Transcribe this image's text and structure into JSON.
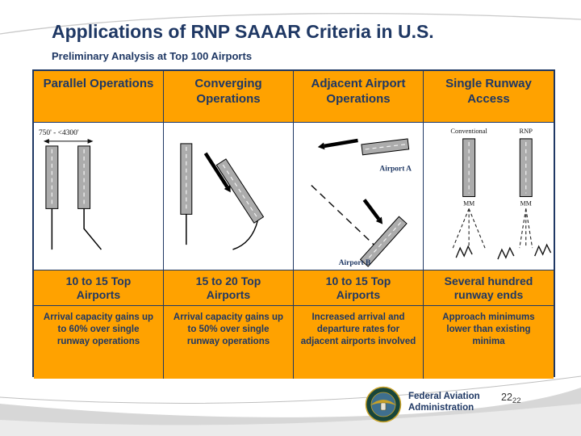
{
  "slide": {
    "title": "Applications of RNP SAAAR Criteria in U.S.",
    "subtitle": "Preliminary Analysis at Top 100 Airports"
  },
  "table": {
    "columns": [
      {
        "header": "Parallel Operations",
        "count": "10 to 15 Top Airports",
        "benefit": "Arrival capacity gains up to 60% over single runway operations"
      },
      {
        "header": "Converging Operations",
        "count": "15 to 20 Top Airports",
        "benefit": "Arrival capacity gains up to 50% over single runway operations"
      },
      {
        "header": "Adjacent Airport Operations",
        "count": "10 to 15 Top Airports",
        "benefit": "Increased arrival and departure rates for adjacent airports involved"
      },
      {
        "header": "Single Runway Access",
        "count": "Several hundred runway ends",
        "benefit": "Approach minimums lower than existing minima"
      }
    ]
  },
  "diagrams": {
    "parallel": {
      "spacing_label": "750' - <4300'"
    },
    "adjacent": {
      "airport_a": "Airport A",
      "airport_b": "Airport B"
    },
    "single_runway": {
      "left_label": "Conventional",
      "right_label": "RNP",
      "mm_left": "MM",
      "mm_right": "MM"
    }
  },
  "footer": {
    "org_name_line1": "Federal Aviation",
    "org_name_line2": "Administration",
    "page_number": "22",
    "page_number_small": "22",
    "seal_icon": "faa-seal"
  },
  "colors": {
    "accent_orange": "#FFA200",
    "navy": "#1F3864",
    "runway_gray": "#ACACAC"
  }
}
